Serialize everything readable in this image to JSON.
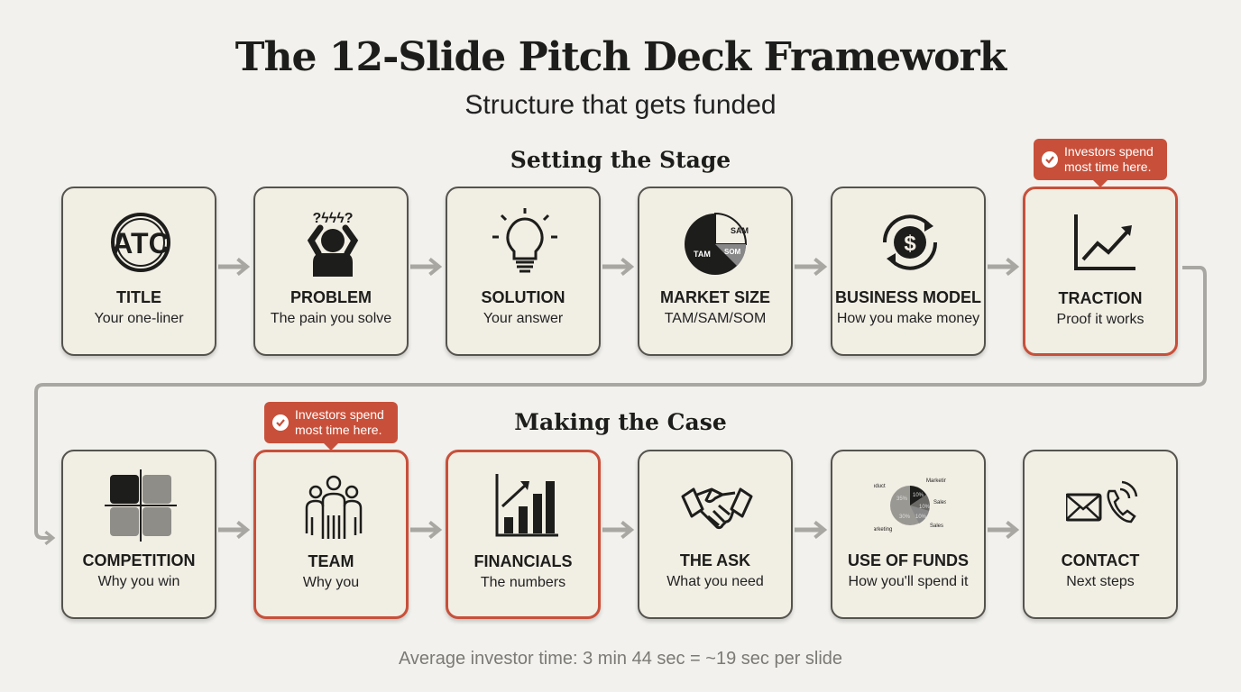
{
  "title": "The 12-Slide Pitch Deck Framework",
  "subtitle": "Structure that gets funded",
  "sections": [
    "Setting the Stage",
    "Making the Case"
  ],
  "callout_text": [
    "Investors spend",
    "most time here."
  ],
  "slides": [
    {
      "name": "TITLE",
      "desc": "Your one-liner",
      "icon": "logo-monogram-icon",
      "highlight": false
    },
    {
      "name": "PROBLEM",
      "desc": "The pain you solve",
      "icon": "frustrated-person-icon",
      "highlight": false
    },
    {
      "name": "SOLUTION",
      "desc": "Your answer",
      "icon": "lightbulb-icon",
      "highlight": false
    },
    {
      "name": "MARKET SIZE",
      "desc": "TAM/SAM/SOM",
      "icon": "pie-chart-icon",
      "highlight": false,
      "icon_labels": [
        "TAM",
        "SAM",
        "SOM"
      ]
    },
    {
      "name": "BUSINESS MODEL",
      "desc": "How you make money",
      "icon": "dollar-cycle-icon",
      "highlight": false
    },
    {
      "name": "TRACTION",
      "desc": "Proof it works",
      "icon": "trend-up-chart-icon",
      "highlight": true
    },
    {
      "name": "COMPETITION",
      "desc": "Why you win",
      "icon": "quadrant-icon",
      "highlight": false
    },
    {
      "name": "TEAM",
      "desc": "Why you",
      "icon": "team-icon",
      "highlight": true
    },
    {
      "name": "FINANCIALS",
      "desc": "The numbers",
      "icon": "bar-chart-icon",
      "highlight": true
    },
    {
      "name": "THE ASK",
      "desc": "What you need",
      "icon": "handshake-icon",
      "highlight": false
    },
    {
      "name": "USE OF FUNDS",
      "desc": "How you'll spend it",
      "icon": "funds-pie-icon",
      "highlight": false,
      "icon_labels": [
        "Product",
        "35%",
        "Marketing",
        "10%",
        "Sales",
        "10%",
        "Sales",
        "10%",
        "Marketing",
        "30%"
      ]
    },
    {
      "name": "CONTACT",
      "desc": "Next steps",
      "icon": "envelope-phone-icon",
      "highlight": false
    }
  ],
  "footer": "Average investor time: 3 min 44 sec = ~19 sec per slide",
  "colors": {
    "accent": "#c8503a",
    "card": "#f1eee4",
    "background": "#f2f1ed",
    "arrow": "#a8a7a1"
  }
}
